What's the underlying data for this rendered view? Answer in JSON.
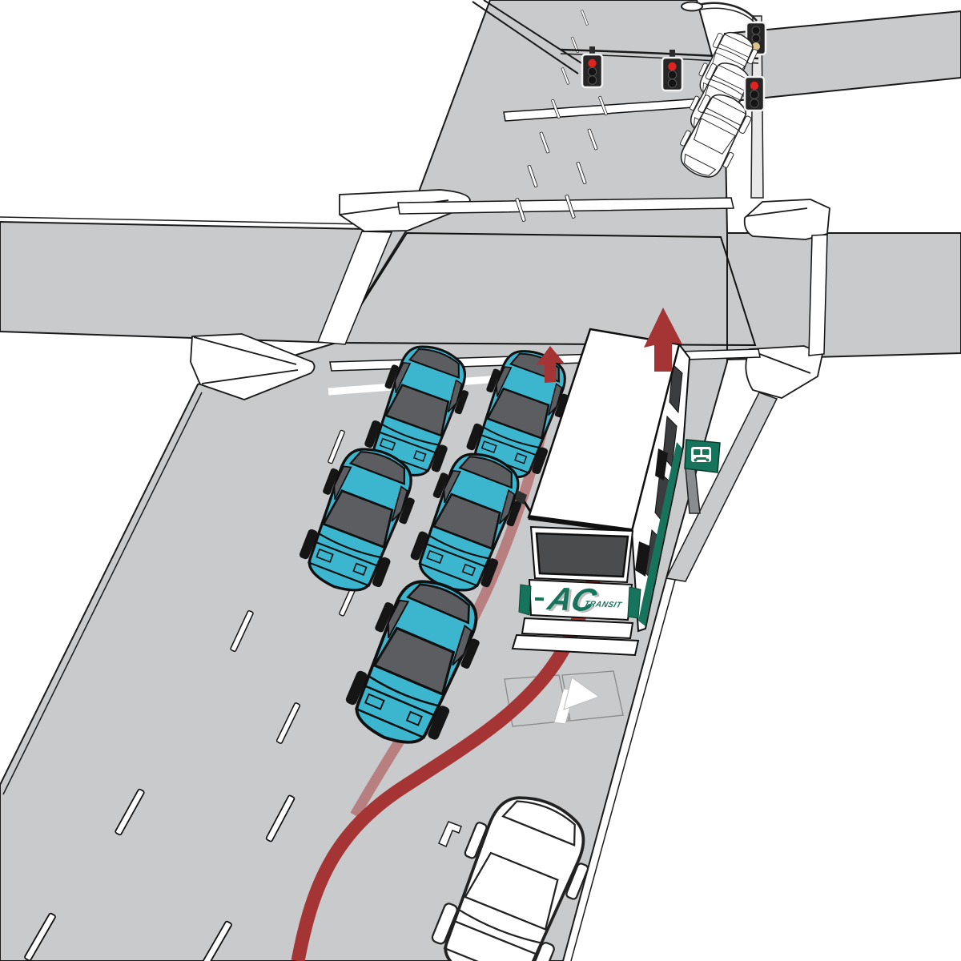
{
  "bus": {
    "operator_logo_ac": "AC",
    "operator_logo_transit": "TRANSIT",
    "livery_color": "#15745B",
    "body_color": "#FFFFFF"
  },
  "route": {
    "path_color": "#A53435",
    "arrow_count": 2,
    "description_icon": "route-arrow-up"
  },
  "vehicles": {
    "queued_teal_cars": 5,
    "teal_car_color": "#3CB6CE",
    "white_outline_cars_near": 1,
    "white_outline_cars_far_queue": 3
  },
  "traffic_signals": {
    "count": 4,
    "lit_color": "#E02321",
    "lit_state": "red"
  },
  "bus_stop_sign": {
    "icon": "bus-icon",
    "sign_color": "#15745B"
  },
  "road": {
    "surface_color": "#C9CACB",
    "marking_color": "#FFFFFF",
    "pavement_arrow": "right-turn-arrow"
  },
  "colors": {
    "road": "#C9CACB",
    "car_teal": "#3CB6CE",
    "route_red": "#A53435",
    "transit_green": "#15745B",
    "signal_red": "#E02321",
    "window_gray": "#5B5D60"
  }
}
